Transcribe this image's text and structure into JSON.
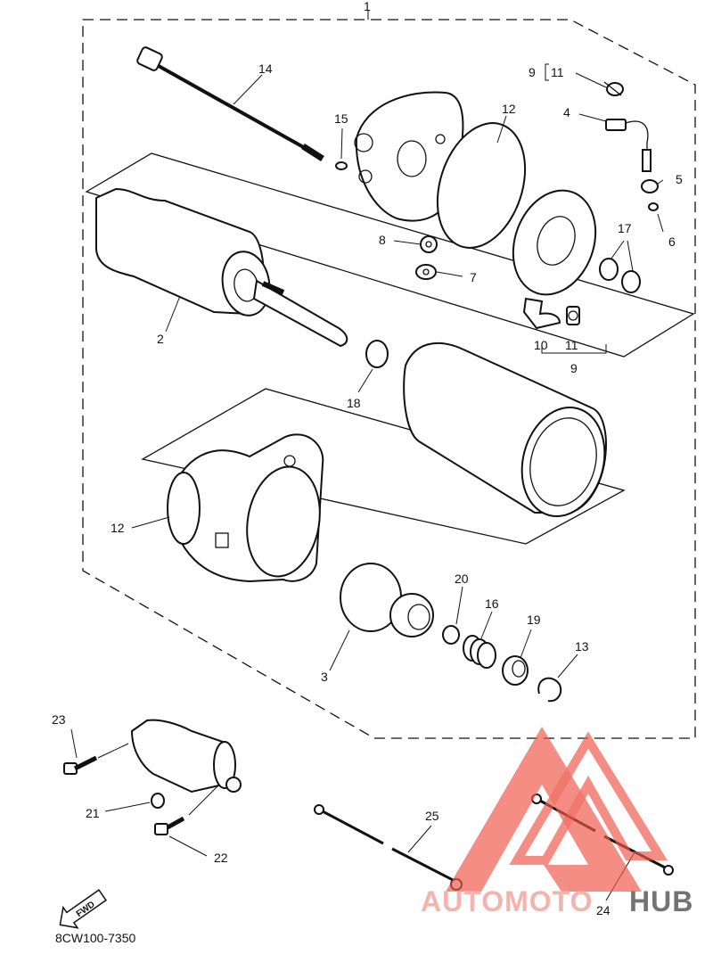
{
  "assembly_number": "1",
  "callouts": {
    "c2": "2",
    "c3": "3",
    "c4": "4",
    "c5": "5",
    "c6": "6",
    "c7": "7",
    "c8": "8",
    "c9_top": "9",
    "c11_top": "11",
    "c9_bottom": "9",
    "c10": "10",
    "c11_bottom": "11",
    "c12_top": "12",
    "c12_left": "12",
    "c13": "13",
    "c14": "14",
    "c15": "15",
    "c16": "16",
    "c17": "17",
    "c18": "18",
    "c19": "19",
    "c20": "20",
    "c21": "21",
    "c22": "22",
    "c23": "23",
    "c24": "24",
    "c25": "25"
  },
  "fwd_label": "FWD",
  "drawing_code": "8CW100-7350",
  "watermark": {
    "brand_part1": "AUTOMOTO",
    "brand_part2": "HUB",
    "colors": {
      "triangle": "#ef5a4c",
      "text_light": "#f2a79f",
      "text_dark": "#5b5b5b"
    }
  }
}
